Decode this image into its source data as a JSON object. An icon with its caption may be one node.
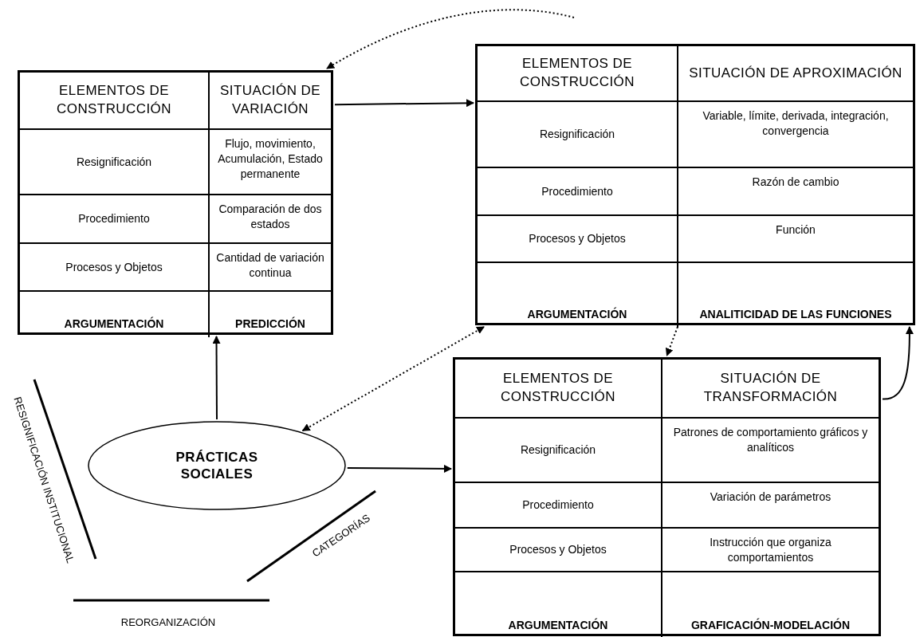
{
  "diagram": {
    "nodes": [
      {
        "text": [
          "ELEMENTOS DE CONSTRUCCIÓN",
          "SITUACIÓN DE VARIACIÓN",
          "Resignificación",
          "Flujo, movimiento, Acumulación, Estado permanente",
          "Procedimiento",
          "Comparación de dos estados",
          "Procesos y Objetos",
          "Cantidad de variación continua",
          "ARGUMENTACIÓN",
          "PREDICCIÓN"
        ]
      },
      {
        "text": [
          "ELEMENTOS DE CONSTRUCCIÓN",
          "SITUACIÓN DE APROXIMACIÓN",
          "Resignificación",
          "Variable, límite, derivada, integración, convergencia",
          "Procedimiento",
          "Razón de cambio",
          "Procesos y Objetos",
          "Función",
          "ARGUMENTACIÓN",
          "ANALITICIDAD DE LAS FUNCIONES"
        ]
      },
      {
        "text": [
          "ELEMENTOS DE CONSTRUCCIÓN",
          "SITUACIÓN DE TRANSFORMACIÓN",
          "Resignificación",
          "Patrones de comportamiento gráficos y analíticos",
          "Procedimiento",
          "Variación de parámetros",
          "Procesos y Objetos",
          "Instrucción que organiza comportamientos",
          "ARGUMENTACIÓN",
          "GRAFICACIÓN-MODELACIÓN"
        ]
      },
      {
        "text": [
          "PRÁCTICAS SOCIALES"
        ]
      }
    ],
    "edges": [
      {
        "from": null,
        "to": 0,
        "arrow": "to",
        "style": "dashed"
      },
      {
        "from": 0,
        "to": 1,
        "arrow": "to"
      },
      {
        "from": 3,
        "to": 1,
        "arrow": "both",
        "style": "dashed"
      },
      {
        "from": 1,
        "to": 2,
        "arrow": "to",
        "style": "dashed"
      },
      {
        "from": 2,
        "to": 1,
        "arrow": "to"
      },
      {
        "from": 3,
        "to": 0,
        "arrow": "to"
      },
      {
        "from": 3,
        "to": 2,
        "arrow": "to"
      }
    ],
    "labels": [
      "RESIGNIFICACIÓN INSTITUCIONAL",
      "CATEGORÍAS",
      "REORGANIZACIÓN"
    ]
  }
}
